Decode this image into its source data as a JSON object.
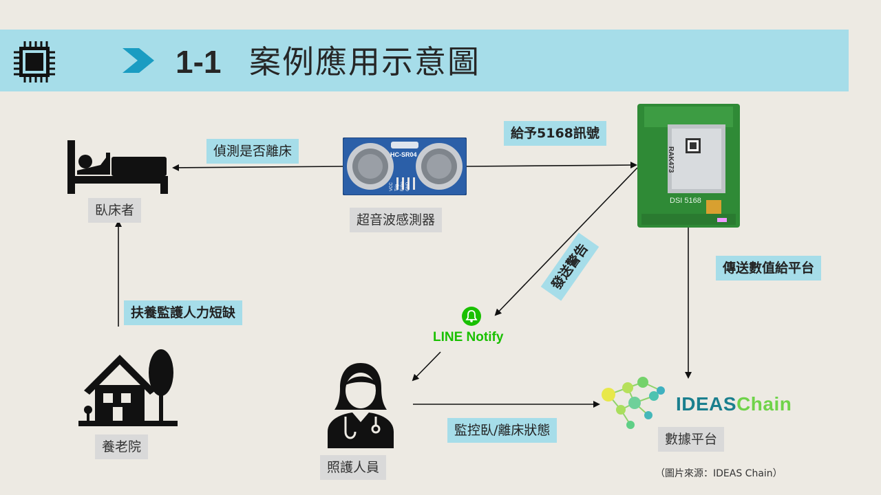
{
  "header": {
    "number": "1-1",
    "title": "案例應用示意圖"
  },
  "nodes": {
    "bed": {
      "label": "臥床者"
    },
    "sensor": {
      "label": "超音波感測器",
      "model": "HC-SR04",
      "pins": [
        "VCC",
        "Trig",
        "Echo",
        "GND"
      ]
    },
    "board": {
      "label": "DSI 5168",
      "module": "RAK473"
    },
    "nursing_home": {
      "label": "養老院"
    },
    "caregiver": {
      "label": "照護人員"
    },
    "line": {
      "label": "LINE Notify"
    },
    "platform": {
      "label": "數據平台",
      "brand_ideas": "IDEAS",
      "brand_chain": "Chain"
    }
  },
  "edges": {
    "sensor_to_bed": "偵測是否離床",
    "sensor_to_board": "給予5168訊號",
    "board_to_line": "發送警告",
    "board_to_platform": "傳送數值給平台",
    "home_to_bed": "扶養監護人力短缺",
    "caregiver_to_platform": "監控臥/離床狀態"
  },
  "source_note": "（圖片來源：IDEAS Chain）",
  "colors": {
    "header_bg": "#a6dde9",
    "accent_blue": "#1a9cc2",
    "line_green": "#19c000",
    "ideas_teal": "#1a7f8e",
    "ideas_green": "#6fd34a"
  }
}
